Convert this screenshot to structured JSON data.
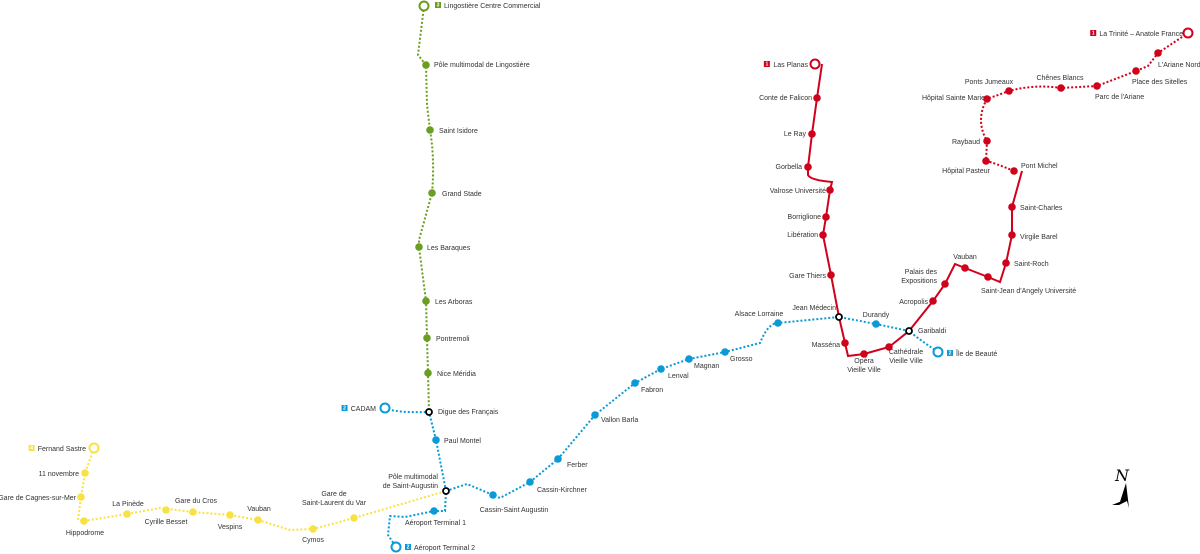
{
  "lines": [
    {
      "id": "line-1",
      "badge": "1",
      "color": "#d0021b",
      "stations": [
        "Las Planas",
        "Conte de Falicon",
        "Le Ray",
        "Gorbella",
        "Valrose Université",
        "Borriglione",
        "Libération",
        "Gare Thiers",
        "Jean Médecin",
        "Masséna",
        "Opéra\nVieille Ville",
        "Cathédrale\nVieille Ville",
        "Garibaldi",
        "Acropolis",
        "Palais des\nExpositions",
        "Vauban",
        "Saint-Jean d'Angely Université",
        "Saint-Roch",
        "Virgile Barel",
        "Saint-Charles",
        "Pont Michel",
        "Hôpital Pasteur",
        "Raybaud",
        "Hôpital Sainte Marie",
        "Ponts Jumeaux",
        "Chênes Blancs",
        "Parc de l'Ariane",
        "Place des Sitelles",
        "L'Ariane Nord",
        "La Trinité – Anatole France"
      ]
    },
    {
      "id": "line-2",
      "badge": "2",
      "color": "#0a9ad8",
      "stations": [
        "Île de Beauté",
        "Durandy",
        "Alsace Lorraine",
        "Grosso",
        "Magnan",
        "Lenval",
        "Fabron",
        "Vallon Barla",
        "Ferber",
        "Cassin-Kirchner",
        "Cassin-Saint Augustin",
        "Pôle multimodal\nde Saint-Augustin",
        "Aéroport Terminal 1",
        "Aéroport Terminal 2",
        "Paul Montel",
        "Digue des Français",
        "CADAM"
      ]
    },
    {
      "id": "line-3",
      "badge": "3",
      "color": "#6a9e22",
      "stations": [
        "Lingostière Centre Commercial",
        "Pôle multimodal de Lingostière",
        "Saint Isidore",
        "Grand Stade",
        "Les Baraques",
        "Les Arboras",
        "Pontremoli",
        "Nice Méridia"
      ]
    },
    {
      "id": "line-4",
      "badge": "4",
      "color": "#f8e243",
      "stations": [
        "Fernand Sastre",
        "11 novembre",
        "Gare de Cagnes-sur-Mer",
        "Hippodrome",
        "La Pinède",
        "Cyrille Besset",
        "Gare du Cros",
        "Vespins",
        "Vauban",
        "Cymos",
        "Gare de\nSaint-Laurent du Var"
      ]
    }
  ],
  "compass": {
    "label": "N",
    "icon": "north-arrow-icon"
  }
}
